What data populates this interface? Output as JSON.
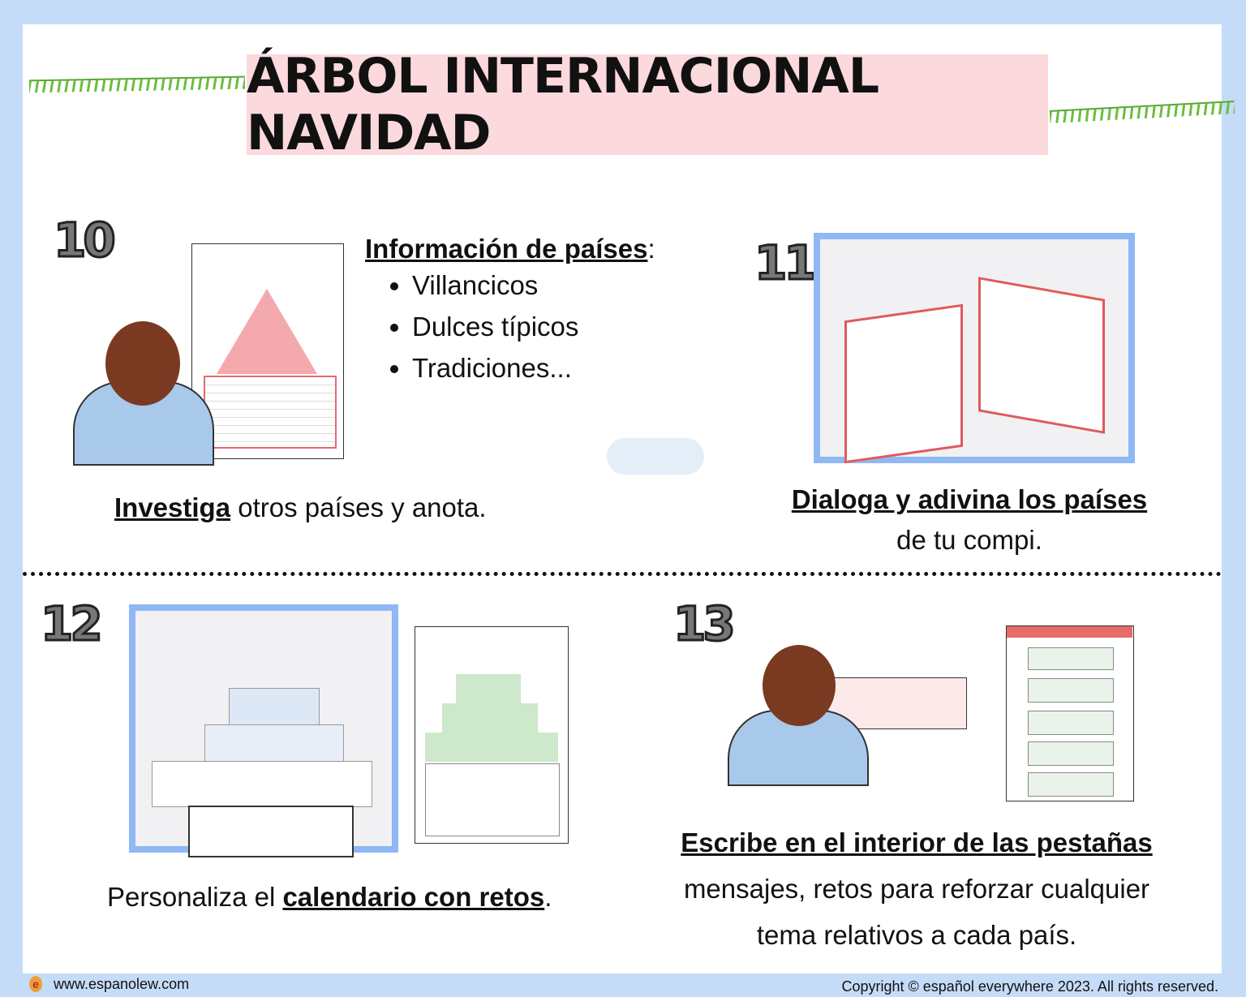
{
  "title": "ÁRBOL INTERNACIONAL NAVIDAD",
  "steps": [
    {
      "number": "10",
      "info_heading": "Información de países",
      "info_items": [
        "Villancicos",
        "Dulces típicos",
        "Tradiciones..."
      ],
      "caption_bold": "Investiga",
      "caption_rest": " otros países y anota."
    },
    {
      "number": "11",
      "caption_bold": "Dialoga y adivina los países",
      "caption_rest": "de tu compi."
    },
    {
      "number": "12",
      "caption_pre": "Personaliza el ",
      "caption_bold": "calendario con retos",
      "caption_post": "."
    },
    {
      "number": "13",
      "caption_bold": "Escribe en el interior de las pestañas",
      "caption_line2": "mensajes, retos para reforzar cualquier",
      "caption_line3": "tema relativos a cada país."
    }
  ],
  "footer": {
    "website": "www.espanolew.com",
    "copyright": "Copyright © español everywhere 2023. All rights reserved."
  },
  "colors": {
    "background": "#c5dcf8",
    "title_box": "#fbd9dd",
    "photo_border": "#8fb8f4"
  }
}
